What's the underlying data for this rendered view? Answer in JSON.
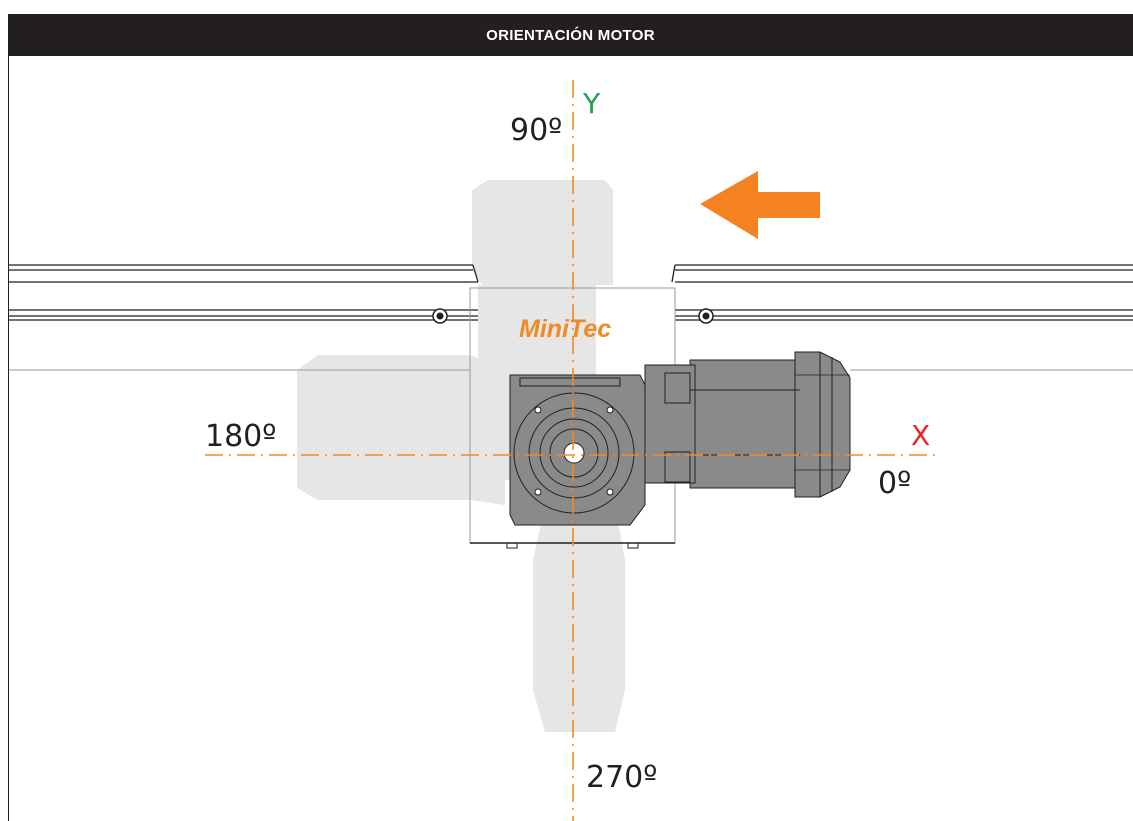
{
  "header": {
    "title": "ORIENTACIÓN MOTOR"
  },
  "labels": {
    "angle_90": "90º",
    "angle_180": "180º",
    "angle_0": "0º",
    "angle_270": "270º",
    "axis_y": "Y",
    "axis_x": "X",
    "brand": "MiniTec"
  },
  "colors": {
    "header_bg": "#231f20",
    "axis_orange": "#f08a24",
    "arrow_orange": "#f58220",
    "axis_y_green": "#1aa34a",
    "axis_x_red": "#e8242b",
    "ghost_grey": "#e6e6e6",
    "motor_grey": "#8a8a8a"
  },
  "icons": {
    "direction": "arrow-left-icon"
  }
}
